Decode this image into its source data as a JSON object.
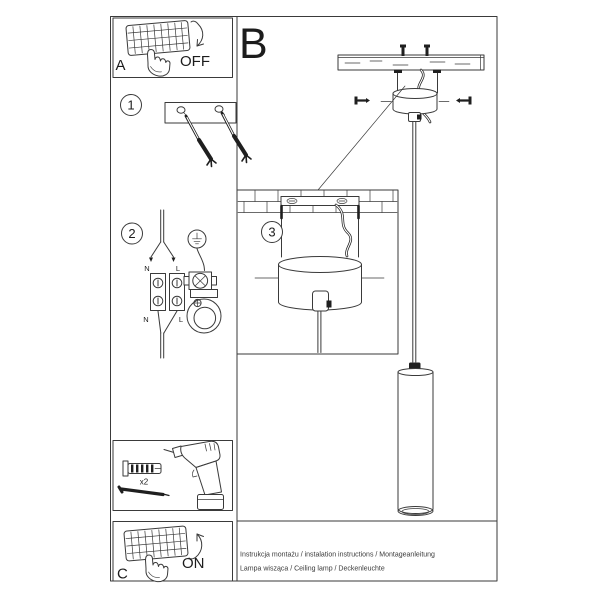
{
  "sheet": {
    "panel_a": {
      "letter": "A",
      "switch_state": "OFF"
    },
    "panel_b": {
      "letter": "B"
    },
    "panel_c": {
      "letter": "C",
      "switch_state": "ON"
    },
    "step1": {
      "number": "1"
    },
    "step2": {
      "number": "2",
      "wiring": {
        "in_n": "N",
        "in_l": "L",
        "out_n": "N",
        "out_l": "L"
      }
    },
    "step3": {
      "number": "3"
    },
    "tools": {
      "anchor_qty": "x2"
    },
    "footer": {
      "line1": "Instrukcja montażu / instalation instructions / Montageanleitung",
      "line2": "Lampa wisząca / Ceiling lamp / Deckenleuchte"
    },
    "colors": {
      "ink": "#3a3a3a",
      "ink_dark": "#1f1f1f",
      "paper": "#ffffff"
    }
  }
}
